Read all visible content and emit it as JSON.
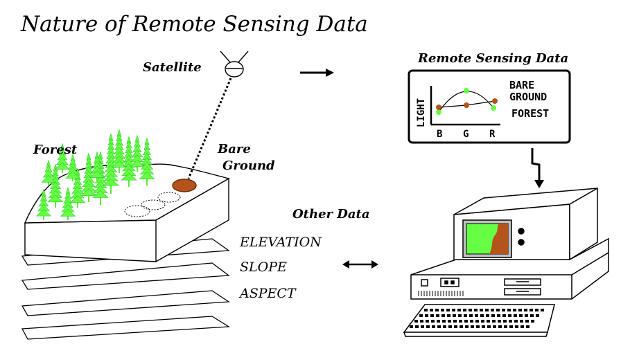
{
  "title": "Nature of Remote Sensing Data",
  "labels": {
    "satellite": "Satellite",
    "forest": "Forest",
    "bare_ground_1": "Bare",
    "bare_ground_2": "Ground",
    "other_data": "Other Data",
    "remote_sensing_data": "Remote Sensing Data"
  },
  "layers": [
    "ELEVATION",
    "SLOPE",
    "ASPECT"
  ],
  "chart": {
    "ylabel": "LIGHT",
    "bands": [
      "B",
      "G",
      "R"
    ],
    "legend_bare_1": "BARE",
    "legend_bare_2": "GROUND",
    "legend_forest": "FOREST"
  },
  "colors": {
    "forest": "#66ff44",
    "bare_ground": "#b5531c",
    "ink": "#000000",
    "screen_bg": "#c0c0c0"
  },
  "icons": [
    "satellite-icon",
    "arrow-right-icon",
    "double-arrow-icon",
    "lightning-arrow-icon",
    "computer-icon",
    "keyboard-icon"
  ]
}
